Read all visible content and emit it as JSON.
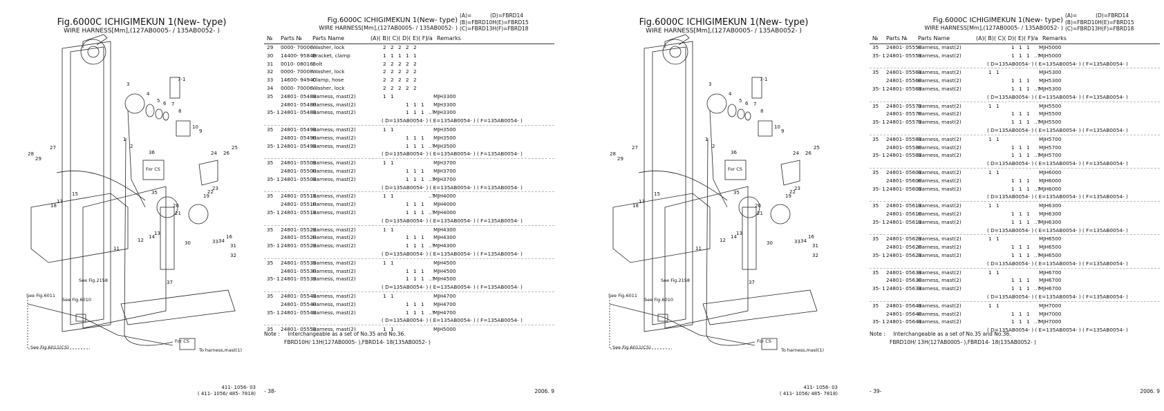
{
  "figure": {
    "title": "Fig.6000C  ICHIGIMEKUN 1(New- type)",
    "subtitle": "WIRE HARNESS[Mm],(127AB0005- / 135AB0052- )",
    "foot_line1": "411- 1056- 03",
    "foot_line2": "( 411- 1056/ 485- 7818)",
    "callouts": [
      "3",
      "4",
      "5",
      "6",
      "7",
      "7-1",
      "8",
      "10",
      "9",
      "2",
      "1",
      "36",
      "27",
      "28",
      "29",
      "24",
      "26",
      "25",
      "15",
      "18",
      "17",
      "19",
      "22",
      "23",
      "20",
      "21",
      "13",
      "14",
      "12",
      "11",
      "16",
      "34",
      "33",
      "31",
      "32",
      "30",
      "35",
      "37"
    ],
    "labels": {
      "for_cs": "For CS",
      "see_2158": "See Fig.2158",
      "see_6011": "See Fig.6011",
      "see_6010": "See Fig.6010",
      "see_6011cs": "See Fig.6011(CS)",
      "for_cs2": "For CS",
      "to_harness": "To harness,mast(1)"
    }
  },
  "left": {
    "title": "Fig.6000C  ICHIGIMEKUN 1(New- type)",
    "subtitle": "WIRE HARNESS[Mm],(127AB0005- / 135AB0052- )",
    "legend": [
      [
        "(A)=",
        "(D)=FBRD14"
      ],
      [
        "(B)=FBRD10H",
        "(E)=FBRD15"
      ],
      [
        "(C)=FBRD13H",
        "(F)=FBRD18"
      ]
    ],
    "headers": {
      "no": "№",
      "parts_no": "Parts  №",
      "name": "Parts  Name",
      "cols": "(A)( B)( C)( D)( E)( F)",
      "ia": "i/a",
      "remarks": "Remarks"
    },
    "rows": [
      {
        "no": "29",
        "pn": "0000- 70006",
        "nm": "Washer, lock",
        "q": [
          "2",
          "2",
          "2",
          "2",
          "2",
          ""
        ],
        "ia": "",
        "rm": ""
      },
      {
        "no": "30",
        "pn": "14400- 95840",
        "nm": "Bracket, clamp",
        "q": [
          "1",
          "1",
          "1",
          "1",
          "1",
          ""
        ],
        "ia": "",
        "rm": ""
      },
      {
        "no": "31",
        "pn": "0010- 08016",
        "nm": "Bolt",
        "q": [
          "2",
          "2",
          "2",
          "2",
          "2",
          ""
        ],
        "ia": "",
        "rm": ""
      },
      {
        "no": "32",
        "pn": "0000- 70008",
        "nm": "Washer, lock",
        "q": [
          "2",
          "2",
          "2",
          "2",
          "2",
          ""
        ],
        "ia": "",
        "rm": ""
      },
      {
        "no": "33",
        "pn": "14600- 94940",
        "nm": "Clamp, hose",
        "q": [
          "2",
          "2",
          "2",
          "2",
          "2",
          ""
        ],
        "ia": "",
        "rm": ""
      },
      {
        "no": "34",
        "pn": "0000- 70006",
        "nm": "Washer, lock",
        "q": [
          "2",
          "2",
          "2",
          "2",
          "2",
          ""
        ],
        "ia": "",
        "rm": ""
      },
      {
        "no": "35",
        "pn": "24801- 05481",
        "nm": "Harness, mast(2)",
        "q": [
          "1",
          "1",
          "",
          "",
          "",
          ""
        ],
        "ia": "",
        "rm": "MJH3300"
      },
      {
        "no": "",
        "pn": "24801- 05480",
        "nm": "Harness, mast(2)",
        "q": [
          "",
          "",
          "",
          "1",
          "1",
          "1"
        ],
        "ia": "",
        "rm": "MJH3300"
      },
      {
        "no": "35- 1",
        "pn": "24801- 05481",
        "nm": "Harness, mast(2)",
        "q": [
          "",
          "",
          "",
          "1",
          "1",
          "1"
        ],
        "ia": "..?",
        "rm": "MJH3300"
      },
      {
        "ex": "( D=135AB0054- ) ( E=135AB0054- ) ( F=135AB0054- )"
      },
      {
        "no": "35",
        "pn": "24801- 05491",
        "nm": "Harness, mast(2)",
        "q": [
          "1",
          "1",
          "",
          "",
          "",
          ""
        ],
        "ia": "",
        "rm": "MJH3500",
        "sep": true
      },
      {
        "no": "",
        "pn": "24801- 05490",
        "nm": "Harness, mast(2)",
        "q": [
          "",
          "",
          "",
          "1",
          "1",
          "1"
        ],
        "ia": "",
        "rm": "MJH3500"
      },
      {
        "no": "35- 1",
        "pn": "24801- 05491",
        "nm": "Harness, mast(2)",
        "q": [
          "",
          "",
          "",
          "1",
          "1",
          "1"
        ],
        "ia": "..?",
        "rm": "MJH3500"
      },
      {
        "ex": "( D=135AB0054- ) ( E=135AB0054- ) ( F=135AB0054- )"
      },
      {
        "no": "35",
        "pn": "24801- 05501",
        "nm": "Harness, mast(2)",
        "q": [
          "1",
          "1",
          "",
          "",
          "",
          ""
        ],
        "ia": "",
        "rm": "MJH3700",
        "sep": true
      },
      {
        "no": "",
        "pn": "24801- 05500",
        "nm": "Harness, mast(2)",
        "q": [
          "",
          "",
          "",
          "1",
          "1",
          "1"
        ],
        "ia": "",
        "rm": "MJH3700"
      },
      {
        "no": "35- 1",
        "pn": "24801- 05501",
        "nm": "Harness, mast(2)",
        "q": [
          "",
          "",
          "",
          "1",
          "1",
          "1"
        ],
        "ia": "..?",
        "rm": "MJH3700"
      },
      {
        "ex": "( D=135AB0054- ) ( E=135AB0054- ) ( F=135AB0054- )"
      },
      {
        "no": "35",
        "pn": "24801- 05511",
        "nm": "Harness, mast(2)",
        "q": [
          "1",
          "1",
          "",
          "",
          "",
          ""
        ],
        "ia": "..?",
        "rm": "MJH4000",
        "sep": true
      },
      {
        "no": "",
        "pn": "24801- 05510",
        "nm": "Harness, mast(2)",
        "q": [
          "",
          "",
          "",
          "1",
          "1",
          "1"
        ],
        "ia": "",
        "rm": "MJH4000"
      },
      {
        "no": "35- 1",
        "pn": "24801- 05511",
        "nm": "Harness, mast(2)",
        "q": [
          "",
          "",
          "",
          "1",
          "1",
          "1"
        ],
        "ia": "..?",
        "rm": "MJH4000"
      },
      {
        "ex": "( D=135AB0054- ) ( E=135AB0054- ) ( F=135AB0054- )"
      },
      {
        "no": "35",
        "pn": "24801- 05521",
        "nm": "Harness, mast(2)",
        "q": [
          "1",
          "1",
          "",
          "",
          "",
          ""
        ],
        "ia": "",
        "rm": "MJH4300",
        "sep": true
      },
      {
        "no": "",
        "pn": "24801- 05520",
        "nm": "Harness, mast(2)",
        "q": [
          "",
          "",
          "",
          "1",
          "1",
          "1"
        ],
        "ia": "",
        "rm": "MJH4300"
      },
      {
        "no": "35- 1",
        "pn": "24801- 05521",
        "nm": "Harness, mast(2)",
        "q": [
          "",
          "",
          "",
          "1",
          "1",
          "1"
        ],
        "ia": "..?",
        "rm": "MJH4300"
      },
      {
        "ex": "( D=135AB0054- ) ( E=135AB0054- ) ( F=135AB0054- )"
      },
      {
        "no": "35",
        "pn": "24801- 05531",
        "nm": "Harness, mast(2)",
        "q": [
          "1",
          "1",
          "",
          "",
          "",
          ""
        ],
        "ia": "",
        "rm": "MJH4500",
        "sep": true
      },
      {
        "no": "",
        "pn": "24801- 05530",
        "nm": "Harness, mast(2)",
        "q": [
          "",
          "",
          "",
          "1",
          "1",
          "1"
        ],
        "ia": "",
        "rm": "MJH4500"
      },
      {
        "no": "35- 1",
        "pn": "24801- 05531",
        "nm": "Harness, mast(2)",
        "q": [
          "",
          "",
          "",
          "1",
          "1",
          "1"
        ],
        "ia": "..?",
        "rm": "MJH4500"
      },
      {
        "ex": "( D=135AB0054- ) ( E=135AB0054- ) ( F=135AB0054- )"
      },
      {
        "no": "35",
        "pn": "24801- 05541",
        "nm": "Harness, mast(2)",
        "q": [
          "1",
          "1",
          "",
          "",
          "",
          ""
        ],
        "ia": "",
        "rm": "MJH4700",
        "sep": true
      },
      {
        "no": "",
        "pn": "24801- 05540",
        "nm": "Harness, mast(2)",
        "q": [
          "",
          "",
          "",
          "1",
          "1",
          "1"
        ],
        "ia": "",
        "rm": "MJH4700"
      },
      {
        "no": "35- 1",
        "pn": "24801- 05541",
        "nm": "Harness, mast(2)",
        "q": [
          "",
          "",
          "",
          "1",
          "1",
          "1"
        ],
        "ia": "..?",
        "rm": "MJH4700"
      },
      {
        "ex": "( D=135AB0054- ) ( E=135AB0054- ) ( F=135AB0054- )"
      },
      {
        "no": "35",
        "pn": "24801- 05551",
        "nm": "Harness, mast(2)",
        "q": [
          "1",
          "1",
          "",
          "",
          "",
          ""
        ],
        "ia": "",
        "rm": "MJH5000",
        "sep": true
      }
    ],
    "note_label": "Note :",
    "note_line1": "Interchangeable as a set of No.35 and No.36.",
    "note_line2": "FBRD10H/ 13H(127AB0005- ),FBRD14- 18(135AB0052- )",
    "page": "- 38-",
    "date": "2006. 9"
  },
  "right": {
    "title": "Fig.6000C  ICHIGIMEKUN 1(New- type)",
    "subtitle": "WIRE HARNESS[Mm],(127AB0005- / 135AB0052- )",
    "legend": [
      [
        "(A)=",
        "(D)=FBRD14"
      ],
      [
        "(B)=FBRD10H",
        "(E)=FBRD15"
      ],
      [
        "(C)=FBRD13H",
        "(F)=FBRD18"
      ]
    ],
    "headers": {
      "no": "№",
      "parts_no": "Parts  №",
      "name": "Parts  Name",
      "cols": "(A)( B)( C)( D)( E)( F)",
      "ia": "i/a",
      "remarks": "Remarks"
    },
    "rows": [
      {
        "no": "35",
        "pn": "24801- 05550",
        "nm": "Harness, mast(2)",
        "q": [
          "",
          "",
          "",
          "1",
          "1",
          "1"
        ],
        "ia": "",
        "rm": "MJH5000"
      },
      {
        "no": "35- 1",
        "pn": "24801- 05551",
        "nm": "Harness, mast(2)",
        "q": [
          "",
          "",
          "",
          "1",
          "1",
          "1"
        ],
        "ia": "..?",
        "rm": "MJH5000"
      },
      {
        "ex": "( D=135AB0054- ) ( E=135AB0054- ) ( F=135AB0054- )"
      },
      {
        "no": "35",
        "pn": "24801- 05561",
        "nm": "Harness, mast(2)",
        "q": [
          "1",
          "1",
          "",
          "",
          "",
          ""
        ],
        "ia": "",
        "rm": "MJH5300",
        "sep": true
      },
      {
        "no": "",
        "pn": "24801- 05560",
        "nm": "Harness, mast(2)",
        "q": [
          "",
          "",
          "",
          "1",
          "1",
          "1"
        ],
        "ia": "",
        "rm": "MJH5300"
      },
      {
        "no": "35- 1",
        "pn": "24801- 05561",
        "nm": "Harness, mast(2)",
        "q": [
          "",
          "",
          "",
          "1",
          "1",
          "1"
        ],
        "ia": "..?",
        "rm": "MJH5300"
      },
      {
        "ex": "( D=135AB0054- ) ( E=135AB0054- ) ( F=135AB0054- )"
      },
      {
        "no": "35",
        "pn": "24801- 05571",
        "nm": "Harness, mast(2)",
        "q": [
          "1",
          "1",
          "",
          "",
          "",
          ""
        ],
        "ia": "",
        "rm": "MJH5500",
        "sep": true
      },
      {
        "no": "",
        "pn": "24801- 05570",
        "nm": "Harness, mast(2)",
        "q": [
          "",
          "",
          "",
          "1",
          "1",
          "1"
        ],
        "ia": "",
        "rm": "MJH5500"
      },
      {
        "no": "35- 1",
        "pn": "24801- 05571",
        "nm": "Harness, mast(2)",
        "q": [
          "",
          "",
          "",
          "1",
          "1",
          "1"
        ],
        "ia": "..?",
        "rm": "MJH5500"
      },
      {
        "ex": "( D=135AB0054- ) ( E=135AB0054- ) ( F=135AB0054- )"
      },
      {
        "no": "35",
        "pn": "24801- 05581",
        "nm": "Harness, mast(2)",
        "q": [
          "1",
          "1",
          "",
          "",
          "",
          ""
        ],
        "ia": "",
        "rm": "MJH5700",
        "sep": true
      },
      {
        "no": "",
        "pn": "24801- 05580",
        "nm": "Harness, mast(2)",
        "q": [
          "",
          "",
          "",
          "1",
          "1",
          "1"
        ],
        "ia": "",
        "rm": "MJH5700"
      },
      {
        "no": "35- 1",
        "pn": "24801- 05581",
        "nm": "Harness, mast(2)",
        "q": [
          "",
          "",
          "",
          "1",
          "1",
          "1"
        ],
        "ia": "..?",
        "rm": "MJH5700"
      },
      {
        "ex": "( D=135AB0054- ) ( E=135AB0054- ) ( F=135AB0054- )"
      },
      {
        "no": "35",
        "pn": "24801- 05601",
        "nm": "Harness, mast(2)",
        "q": [
          "1",
          "1",
          "",
          "",
          "",
          ""
        ],
        "ia": "",
        "rm": "MJH6000",
        "sep": true
      },
      {
        "no": "",
        "pn": "24801- 05600",
        "nm": "Harness, mast(2)",
        "q": [
          "",
          "",
          "",
          "1",
          "1",
          "1"
        ],
        "ia": "",
        "rm": "MJH6000"
      },
      {
        "no": "35- 1",
        "pn": "24801- 05601",
        "nm": "Harness, mast(2)",
        "q": [
          "",
          "",
          "",
          "1",
          "1",
          "1"
        ],
        "ia": "..?",
        "rm": "MJH6000"
      },
      {
        "ex": "( D=135AB0054- ) ( E=135AB0054- ) ( F=135AB0054- )"
      },
      {
        "no": "35",
        "pn": "24801- 05611",
        "nm": "Harness, mast(2)",
        "q": [
          "1",
          "1",
          "",
          "",
          "",
          ""
        ],
        "ia": "",
        "rm": "MJH6300",
        "sep": true
      },
      {
        "no": "",
        "pn": "24801- 05610",
        "nm": "Harness, mast(2)",
        "q": [
          "",
          "",
          "",
          "1",
          "1",
          "1"
        ],
        "ia": "",
        "rm": "MJH6300"
      },
      {
        "no": "35- 1",
        "pn": "24801- 05611",
        "nm": "Harness, mast(2)",
        "q": [
          "",
          "",
          "",
          "1",
          "1",
          "1"
        ],
        "ia": "..?",
        "rm": "MJH6300"
      },
      {
        "ex": "( D=135AB0054- ) ( E=135AB0054- ) ( F=135AB0054- )"
      },
      {
        "no": "35",
        "pn": "24801- 05621",
        "nm": "Harness, mast(2)",
        "q": [
          "1",
          "1",
          "",
          "",
          "",
          ""
        ],
        "ia": "",
        "rm": "MJH6500",
        "sep": true
      },
      {
        "no": "",
        "pn": "24801- 05620",
        "nm": "Harness, mast(2)",
        "q": [
          "",
          "",
          "",
          "1",
          "1",
          "1"
        ],
        "ia": "",
        "rm": "MJH6500"
      },
      {
        "no": "35- 1",
        "pn": "24801- 05621",
        "nm": "Harness, mast(2)",
        "q": [
          "",
          "",
          "",
          "1",
          "1",
          "1"
        ],
        "ia": "..?",
        "rm": "MJH6500"
      },
      {
        "ex": "( D=135AB0054- ) ( E=135AB0054- ) ( F=135AB0054- )"
      },
      {
        "no": "35",
        "pn": "24801- 05631",
        "nm": "Harness, mast(2)",
        "q": [
          "1",
          "1",
          "",
          "",
          "",
          ""
        ],
        "ia": "",
        "rm": "MJH6700",
        "sep": true
      },
      {
        "no": "",
        "pn": "24801- 05630",
        "nm": "Harness, mast(2)",
        "q": [
          "",
          "",
          "",
          "1",
          "1",
          "1"
        ],
        "ia": "",
        "rm": "MJH6700"
      },
      {
        "no": "35- 1",
        "pn": "24801- 05631",
        "nm": "Harness, mast(2)",
        "q": [
          "",
          "",
          "",
          "1",
          "1",
          "1"
        ],
        "ia": "..?",
        "rm": "MJH6700"
      },
      {
        "ex": "( D=135AB0054- ) ( E=135AB0054- ) ( F=135AB0054- )"
      },
      {
        "no": "35",
        "pn": "24801- 05641",
        "nm": "Harness, mast(2)",
        "q": [
          "1",
          "1",
          "",
          "",
          "",
          ""
        ],
        "ia": "",
        "rm": "MJH7000",
        "sep": true
      },
      {
        "no": "",
        "pn": "24801- 05640",
        "nm": "Harness, mast(2)",
        "q": [
          "",
          "",
          "",
          "1",
          "1",
          "1"
        ],
        "ia": "",
        "rm": "MJH7000"
      },
      {
        "no": "35- 1",
        "pn": "24801- 05641",
        "nm": "Harness, mast(2)",
        "q": [
          "",
          "",
          "",
          "1",
          "1",
          "1"
        ],
        "ia": "..?",
        "rm": "MJH7000"
      },
      {
        "ex": "( D=135AB0054- ) ( E=135AB0054- ) ( F=135AB0054- )"
      }
    ],
    "note_label": "Note :",
    "note_line1": "Interchangeable as a set of No.35 and No.36.",
    "note_line2": "FBRD10H/ 13H(127AB0005- ),FBRD14- 18(135AB0052- )",
    "page": "- 39-",
    "date": "2006. 9"
  }
}
